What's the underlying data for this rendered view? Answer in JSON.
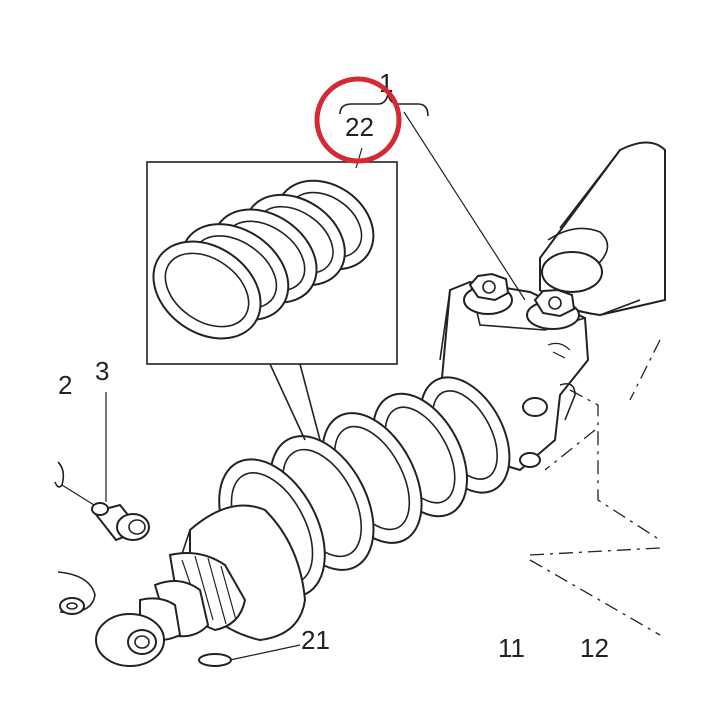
{
  "diagram": {
    "callouts": {
      "c1": "1",
      "c22": "22",
      "c2": "2",
      "c3": "3",
      "c21": "21",
      "c11": "11",
      "c12": "12"
    },
    "highlight": {
      "target": "22",
      "color": "#d42a33"
    }
  }
}
